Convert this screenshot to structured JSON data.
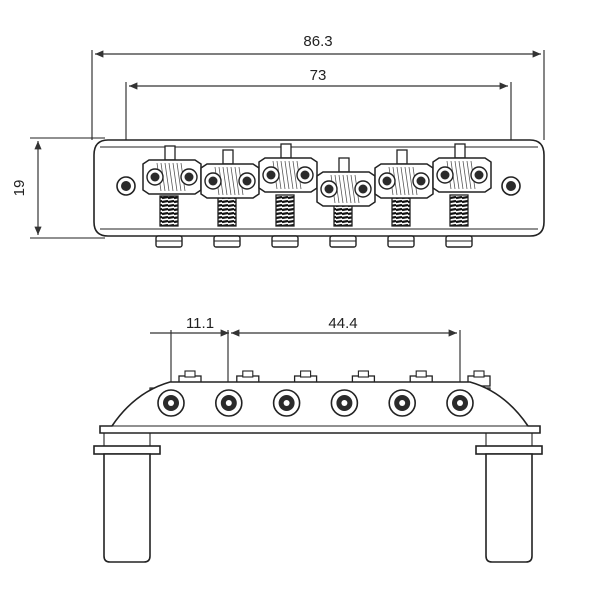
{
  "colors": {
    "ink": "#222222",
    "screw_dark": "#2b2b2b",
    "paper": "#ffffff"
  },
  "top_view": {
    "dimensions": {
      "overall_width": "86.3",
      "post_spacing": "73",
      "height": "19"
    },
    "saddle_count": 6
  },
  "front_view": {
    "dimensions": {
      "string_spacing": "11.1",
      "e_to_e_spacing": "44.4"
    },
    "saddle_count": 6
  }
}
